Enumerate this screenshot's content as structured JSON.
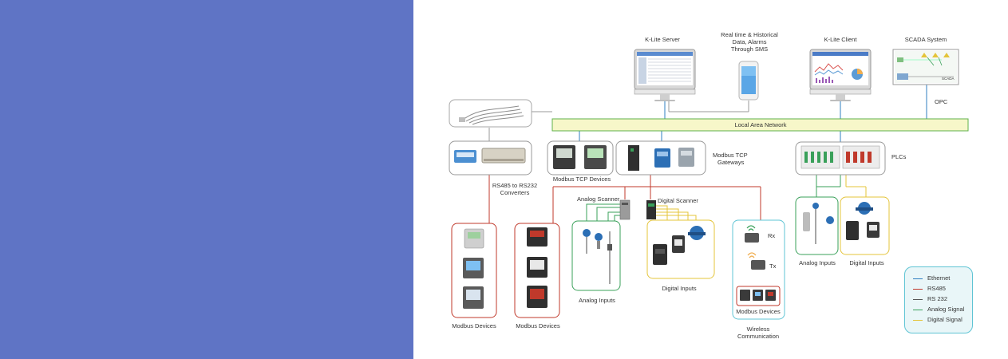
{
  "colors": {
    "left_panel": "#5f74c5",
    "ethernet": "#2f7fc1",
    "rs485": "#c0392b",
    "rs232": "#555555",
    "analog": "#3aa05a",
    "digital": "#e4c43a",
    "lan_fill": "#f7f7c9",
    "lan_border": "#5fb04a"
  },
  "top": {
    "server_label": "K-Lite Server",
    "sms_label_1": "Real time & Historical",
    "sms_label_2": "Data, Alarms",
    "sms_label_3": "Through SMS",
    "client_label": "K-Lite Client",
    "scada_label": "SCADA System",
    "scada_screen_text": "SCADA",
    "opc_label": "OPC"
  },
  "network": {
    "lan_label": "Local Area Network"
  },
  "groups": {
    "converters_label_1": "RS485  to RS232",
    "converters_label_2": "Converters",
    "modbus_tcp_devices_label": "Modbus TCP Devices",
    "gateways_label_1": "Modbus TCP",
    "gateways_label_2": "Gateways",
    "plcs_label": "PLCs",
    "analog_scanner_label": "Analog Scanner",
    "digital_scanner_label": "Digital Scanner",
    "modbus_devices_1": "Modbus Devices",
    "modbus_devices_2": "Modbus Devices",
    "analog_inputs_1": "Analog Inputs",
    "digital_inputs_1": "Digital Inputs",
    "wireless_rx": "Rx",
    "wireless_tx": "Tx",
    "wireless_devices": "Modbus Devices",
    "wireless_label_1": "Wireless",
    "wireless_label_2": "Communication",
    "analog_inputs_2": "Analog Inputs",
    "digital_inputs_2": "Digital Inputs"
  },
  "legend": {
    "items": [
      {
        "label": "Ethernet",
        "color": "#2f7fc1"
      },
      {
        "label": "RS485",
        "color": "#c0392b"
      },
      {
        "label": "RS 232",
        "color": "#555555"
      },
      {
        "label": "Analog Signal",
        "color": "#3aa05a"
      },
      {
        "label": "Digital Signal",
        "color": "#e4c43a"
      }
    ]
  }
}
